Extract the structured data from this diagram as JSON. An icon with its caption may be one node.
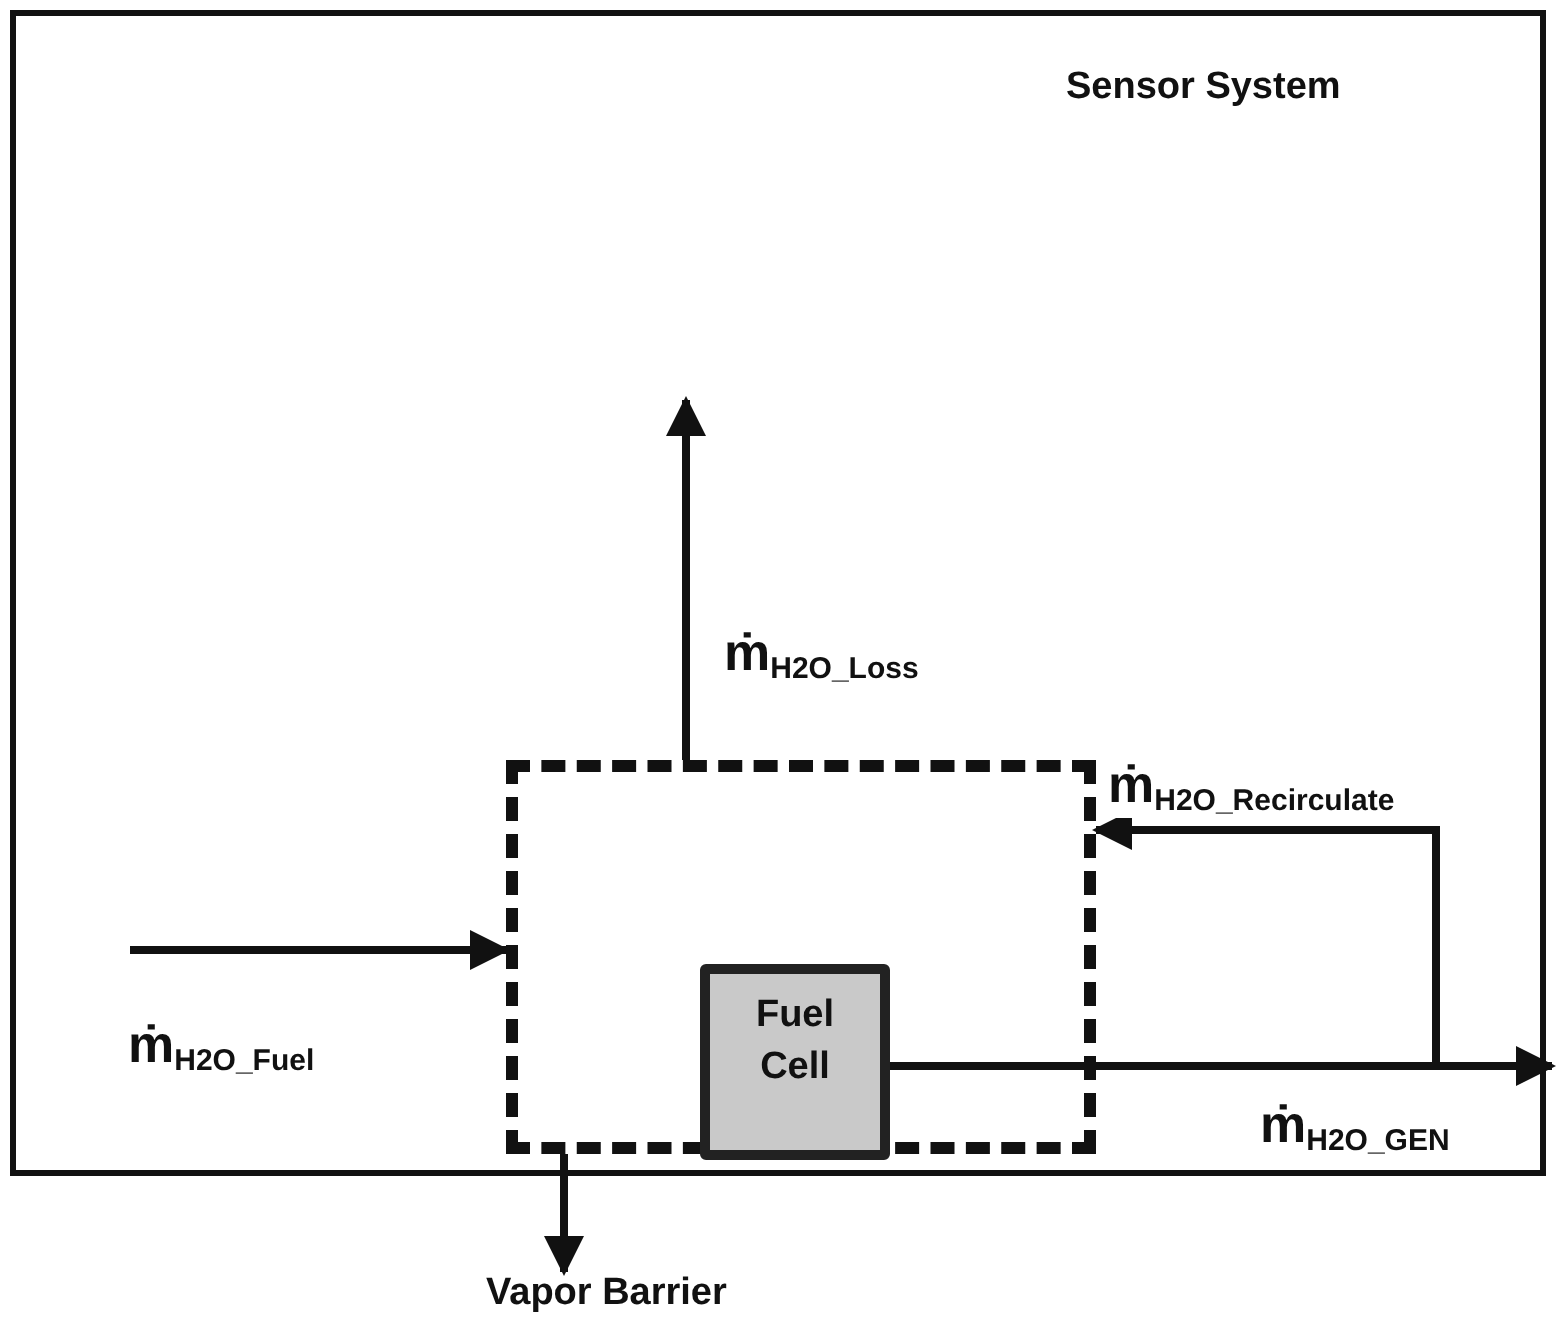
{
  "diagram": {
    "nodes": [
      {
        "text": [
          "Sensor System"
        ]
      },
      {
        "text": [],
        "shape": "box",
        "in": 0
      },
      {
        "text": [
          "Fuel Cell"
        ],
        "in": 1
      },
      {
        "text": [
          "Vapor Barrier"
        ]
      }
    ],
    "edges": [
      {
        "from": 1,
        "to": null,
        "arrow": "to",
        "label": "ṁ$_{H2O_Loss}$"
      },
      {
        "from": 1,
        "to": 3,
        "arrow": "to"
      },
      {
        "from": null,
        "to": 1,
        "arrow": "to",
        "label": "ṁ$_{H2O_Fuel}$"
      },
      {
        "from": 2,
        "to": null,
        "arrow": "to",
        "label": "ṁ$_{H2O_GEN}$"
      },
      {
        "from": 2,
        "to": 1,
        "arrow": "to",
        "label": "ṁ$_{H2O_Recirculate}$"
      }
    ]
  }
}
